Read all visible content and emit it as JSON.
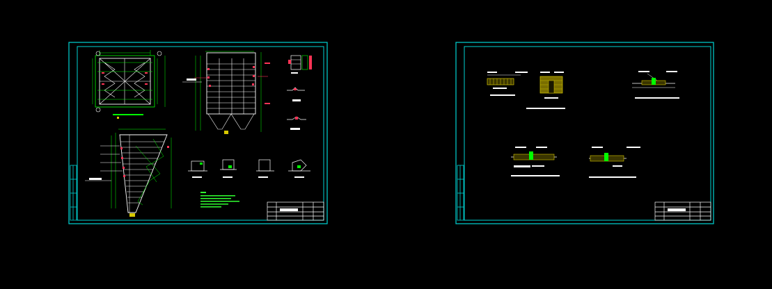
{
  "app": {
    "title": ""
  },
  "colors": {
    "background": "#000000",
    "frame": "#00d4d4",
    "structure": "#ffffff",
    "dimension": "#00ff00",
    "annotation": "#ff3355",
    "hatch": "#d8c800",
    "note": "#30ff30"
  },
  "sheets": [
    {
      "id": "sheet-1",
      "title_block": {
        "rows": 4
      }
    },
    {
      "id": "sheet-2",
      "title_block": {
        "rows": 4
      }
    }
  ]
}
